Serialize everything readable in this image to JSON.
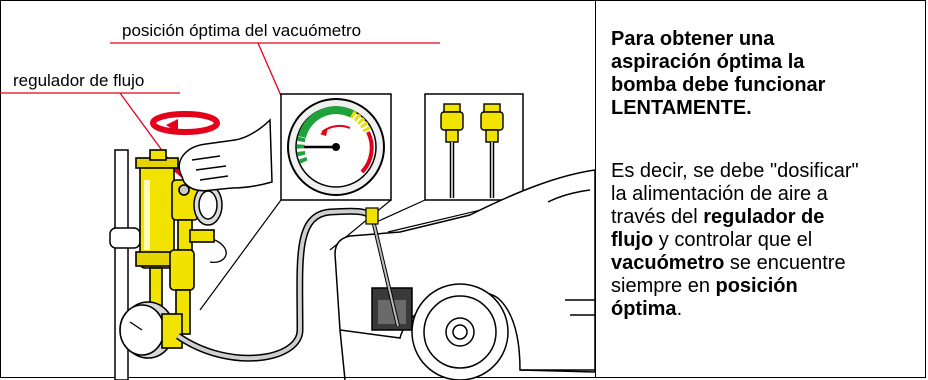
{
  "labels": {
    "gauge_position": "posición óptima del vacuómetro",
    "flow_regulator": "regulador de flujo"
  },
  "text": {
    "headline_l1": "Para obtener una",
    "headline_l2": "aspiración óptima la",
    "headline_l3": "bomba debe funcionar",
    "headline_l4": "LENTAMENTE.",
    "b1": "Es decir, se debe \"dosificar\"",
    "b2": "la alimentación de aire a",
    "b3": "través del ",
    "b4": "regulador de",
    "b5": "flujo",
    "b6": " y controlar que el",
    "b7": "vacuómetro",
    "b8": " se encuentre",
    "b9": "siempre en ",
    "b10": "posición",
    "b11": "óptima",
    "b12": "."
  },
  "colors": {
    "leader_red": "#e2001a",
    "pump_yellow": "#f2e200",
    "gauge_green": "#1ea23a",
    "gauge_red": "#e2001a"
  }
}
